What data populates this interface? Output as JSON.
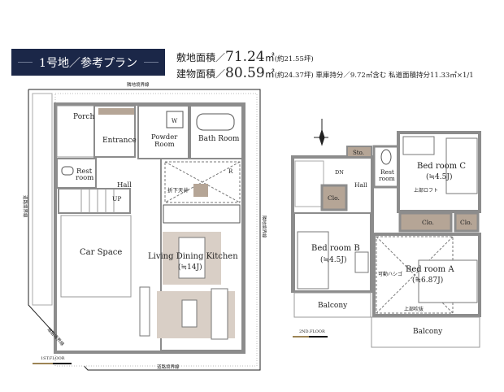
{
  "header": {
    "plan_title": "1号地／参考プラン",
    "site_area_label": "敷地面積／",
    "site_area_value": "71.24",
    "site_area_unit": "㎡",
    "site_area_tsubo": "(約21.55坪)",
    "building_area_label": "建物面積／",
    "building_area_value": "80.59",
    "building_area_unit": "㎡",
    "building_area_note": "(約24.37坪) 車庫持分／9.72㎡含む  私道面積持分11.33㎡×1/1"
  },
  "floor1": {
    "label": "1ST.FLOOR",
    "boundary_top": "隣地境界線",
    "boundary_left": "道路境界線",
    "boundary_right": "隣地境界線",
    "boundary_diag": "道路境界線",
    "boundary_bottom": "道路境界線",
    "rooms": {
      "porch": "Porch",
      "entrance": "Entrance",
      "powder1": "Powder",
      "powder2": "Room",
      "bath": "Bath Room",
      "rest1": "Rest",
      "rest2": "room",
      "hall": "Hall",
      "up": "UP",
      "car": "Car Space",
      "ceiling": "折下天井",
      "ldk": "Living Dining Kitchen",
      "ldk_size": "(≒14J)",
      "w": "W",
      "r": "R"
    }
  },
  "floor2": {
    "label": "2ND.FLOOR",
    "rooms": {
      "sto": "Sto.",
      "rest1": "Rest",
      "rest2": "room",
      "hall": "Hall",
      "dn": "DN",
      "clo_hall": "Clo.",
      "clo_c": "Clo.",
      "clo_c2": "Clo.",
      "loft": "上部ロフト",
      "bed_c": "Bed room C",
      "bed_c_size": "(≒4.5J)",
      "bed_b": "Bed room B",
      "bed_b_size": "(≒4.5J)",
      "bed_a": "Bed room A",
      "bed_a_size": "(≒6.87J)",
      "ladder": "可動ハシゴ",
      "void": "上部吹抜",
      "balcony_left": "Balcony",
      "balcony_bottom": "Balcony"
    }
  },
  "colors": {
    "navy": "#1b2748",
    "wall": "#8c8c8c",
    "closet": "#b5a596",
    "rug": "#d9cfc6"
  }
}
